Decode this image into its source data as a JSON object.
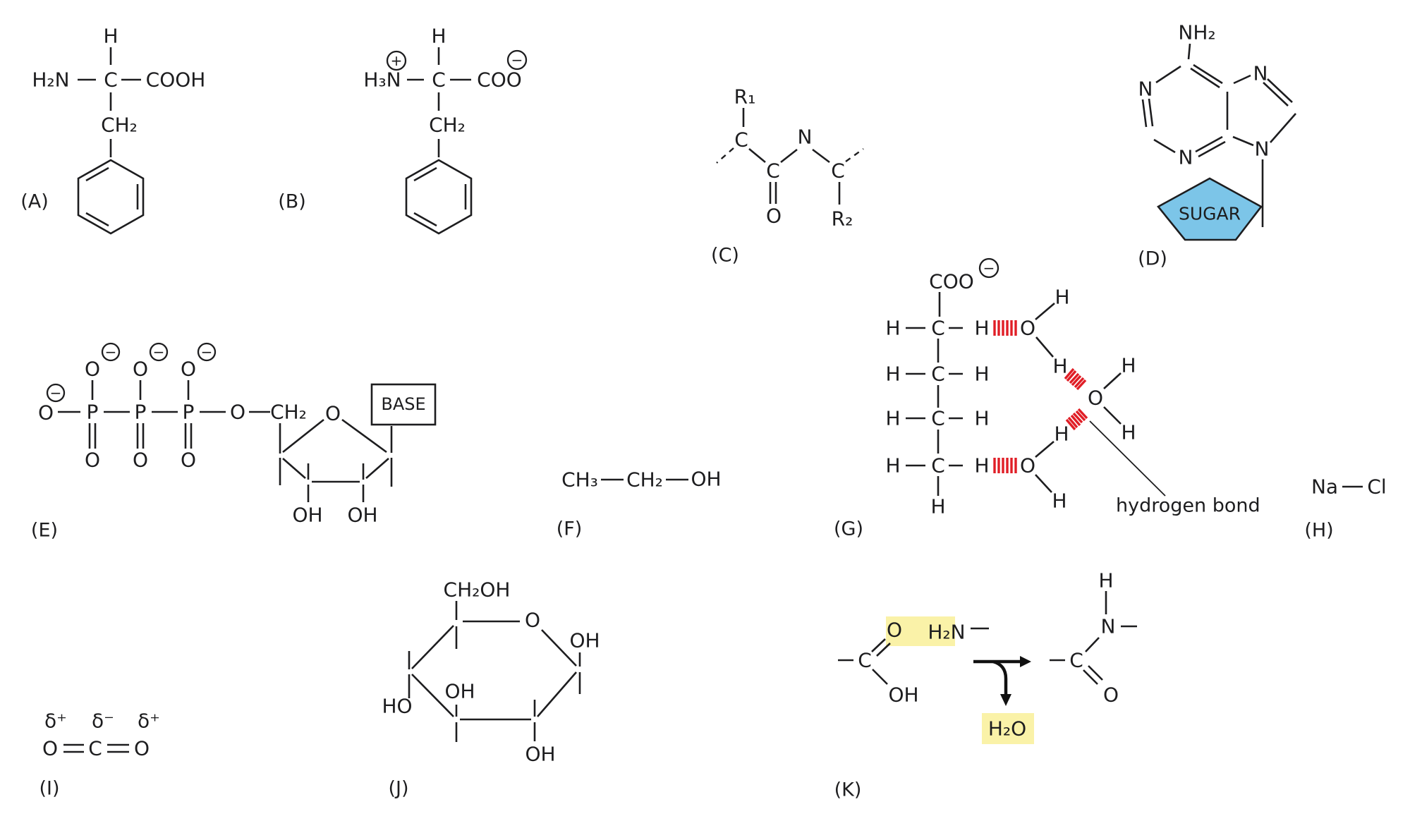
{
  "atoms": {
    "O": "O",
    "C": "C",
    "H": "H",
    "N": "N",
    "P": "P",
    "OH": "OH",
    "HO": "HO",
    "plus": "+",
    "minus": "−"
  },
  "structures": {
    "A": {
      "label": "(A)",
      "h2n": "H₂N",
      "cooh": "COOH",
      "ch2": "CH₂"
    },
    "B": {
      "label": "(B)",
      "h3n": "H₃N",
      "coo": "COO",
      "ch2": "CH₂"
    },
    "C": {
      "label": "(C)",
      "r1": "R₁",
      "r2": "R₂"
    },
    "D": {
      "label": "(D)",
      "nh2": "NH₂",
      "sugar": "SUGAR"
    },
    "E": {
      "label": "(E)",
      "ch2": "CH₂",
      "base": "BASE"
    },
    "F": {
      "label": "(F)",
      "ch3": "CH₃",
      "ch2": "CH₂"
    },
    "G": {
      "label": "(G)",
      "coo": "COO",
      "hbond_label": "hydrogen bond"
    },
    "H": {
      "label": "(H)",
      "na": "Na",
      "cl": "Cl"
    },
    "I": {
      "label": "(I)",
      "delta_plus": "δ⁺",
      "delta_minus": "δ⁻"
    },
    "J": {
      "label": "(J)",
      "ch2oh": "CH₂OH"
    },
    "K": {
      "label": "(K)",
      "h2n": "H₂N",
      "h2o": "H₂O"
    }
  },
  "colors": {
    "ink": "#1d1d1f",
    "sugar_fill": "#7cc5e8",
    "highlight_yellow": "#faf2a8",
    "hydrogen_bond_red": "#e01e26"
  }
}
